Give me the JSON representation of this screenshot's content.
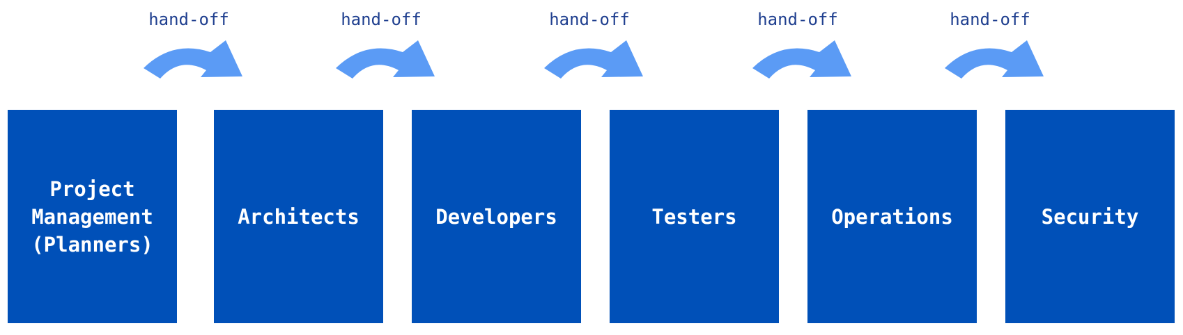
{
  "stages": [
    {
      "label": "Project\nManagement\n(Planners)"
    },
    {
      "label": "Architects"
    },
    {
      "label": "Developers"
    },
    {
      "label": "Testers"
    },
    {
      "label": "Operations"
    },
    {
      "label": "Security"
    }
  ],
  "handoffs": [
    {
      "label": "hand-off"
    },
    {
      "label": "hand-off"
    },
    {
      "label": "hand-off"
    },
    {
      "label": "hand-off"
    },
    {
      "label": "hand-off"
    }
  ],
  "colors": {
    "box": "#0050b8",
    "arrow": "#5b9bf5",
    "label": "#1f3f8f"
  }
}
